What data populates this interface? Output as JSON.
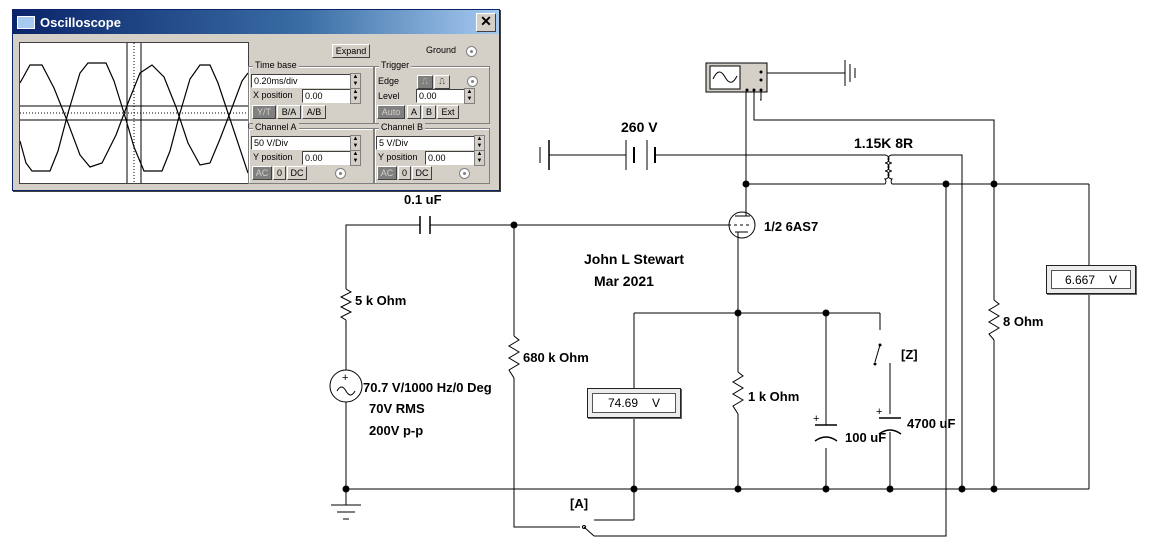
{
  "oscilloscope": {
    "title": "Oscilloscope",
    "close": "✕",
    "expand": "Expand",
    "ground": "Ground",
    "time_base": {
      "group": "Time base",
      "value": "0.20ms/div",
      "x_position_label": "X position",
      "x_position": "0.00",
      "modes": [
        "Y/T",
        "B/A",
        "A/B"
      ]
    },
    "trigger": {
      "group": "Trigger",
      "edge_label": "Edge",
      "level_label": "Level",
      "level": "0.00",
      "buttons": [
        "Auto",
        "A",
        "B",
        "Ext"
      ]
    },
    "channel_a": {
      "group": "Channel A",
      "value": "50 V/Div",
      "y_position_label": "Y position",
      "y_position": "0.00",
      "coupling": [
        "AC",
        "0",
        "DC"
      ]
    },
    "channel_b": {
      "group": "Channel B",
      "value": "5 V/Div",
      "y_position_label": "Y position",
      "y_position": "0.00",
      "coupling": [
        "AC",
        "0",
        "DC"
      ]
    }
  },
  "circuit": {
    "battery": "260 V",
    "transformer": "1.15K 8R",
    "coupling_cap": "0.1 uF",
    "tube": "1/2 6AS7",
    "author": "John L Stewart",
    "date": "Mar 2021",
    "r_source": "5 k Ohm",
    "source": "70.7 V/1000 Hz/0 Deg",
    "source_rms": "70V RMS",
    "source_pp": "200V p-p",
    "r_grid": "680 k Ohm",
    "r_cathode": "1 k Ohm",
    "cap_100": "100 uF",
    "cap_4700": "4700 uF",
    "switch_z": "[Z]",
    "switch_a": "[A]",
    "r_load": "8  Ohm",
    "meter_cathode": {
      "value": "74.69",
      "unit": "V"
    },
    "meter_output": {
      "value": "6.667",
      "unit": "V"
    }
  }
}
